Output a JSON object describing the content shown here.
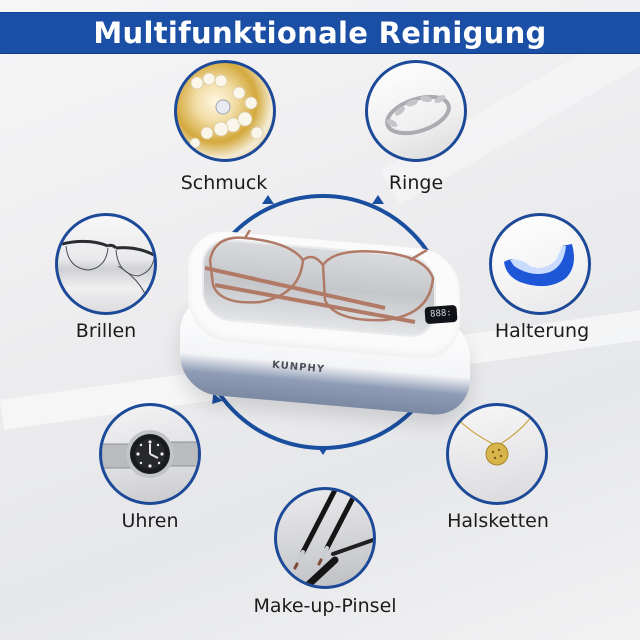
{
  "banner": {
    "title": "Multifunktionale Reinigung",
    "color": "#1b4fa6"
  },
  "device": {
    "brand": "KUNPHY",
    "display_value": "888:",
    "product": "ultrasonic-cleaner",
    "content": "glasses"
  },
  "ring": {
    "color": "#1a4fa0",
    "arrows": [
      "up",
      "up",
      "down",
      "down"
    ]
  },
  "items": [
    {
      "label": "Schmuck",
      "icon": "pearl-jewelry-icon"
    },
    {
      "label": "Ringe",
      "icon": "silver-ring-icon"
    },
    {
      "label": "Brillen",
      "icon": "eyeglasses-icon"
    },
    {
      "label": "Halterung",
      "icon": "mouthguard-icon"
    },
    {
      "label": "Uhren",
      "icon": "wristwatch-icon"
    },
    {
      "label": "Halsketten",
      "icon": "necklace-icon"
    },
    {
      "label": "Make-up-Pinsel",
      "icon": "makeup-brush-icon"
    }
  ]
}
